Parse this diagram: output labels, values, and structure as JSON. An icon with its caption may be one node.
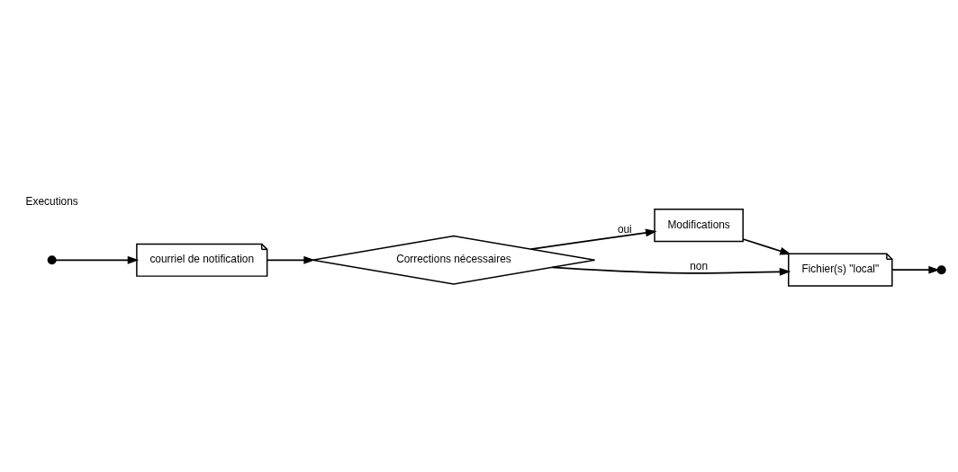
{
  "diagram": {
    "nodes": [
      {
        "text": [
          "courriel de notification"
        ]
      },
      {
        "text": [
          "Corrections nécessaires"
        ]
      },
      {
        "text": [
          "Modifications"
        ]
      },
      {
        "text": [
          "Fichier(s) \"local\""
        ]
      }
    ],
    "edges": [
      {
        "from": 0,
        "to": 1,
        "arrow": "to"
      },
      {
        "from": 1,
        "to": 3,
        "arrow": "to",
        "label": "non"
      },
      {
        "from": 1,
        "to": 2,
        "arrow": "to",
        "label": "oui"
      },
      {
        "from": 2,
        "to": 3,
        "arrow": "to"
      },
      {
        "from": 3,
        "to": null,
        "arrow": "to"
      },
      {
        "from": null,
        "to": 0,
        "arrow": "to"
      }
    ],
    "labels": [
      "Executions"
    ]
  }
}
